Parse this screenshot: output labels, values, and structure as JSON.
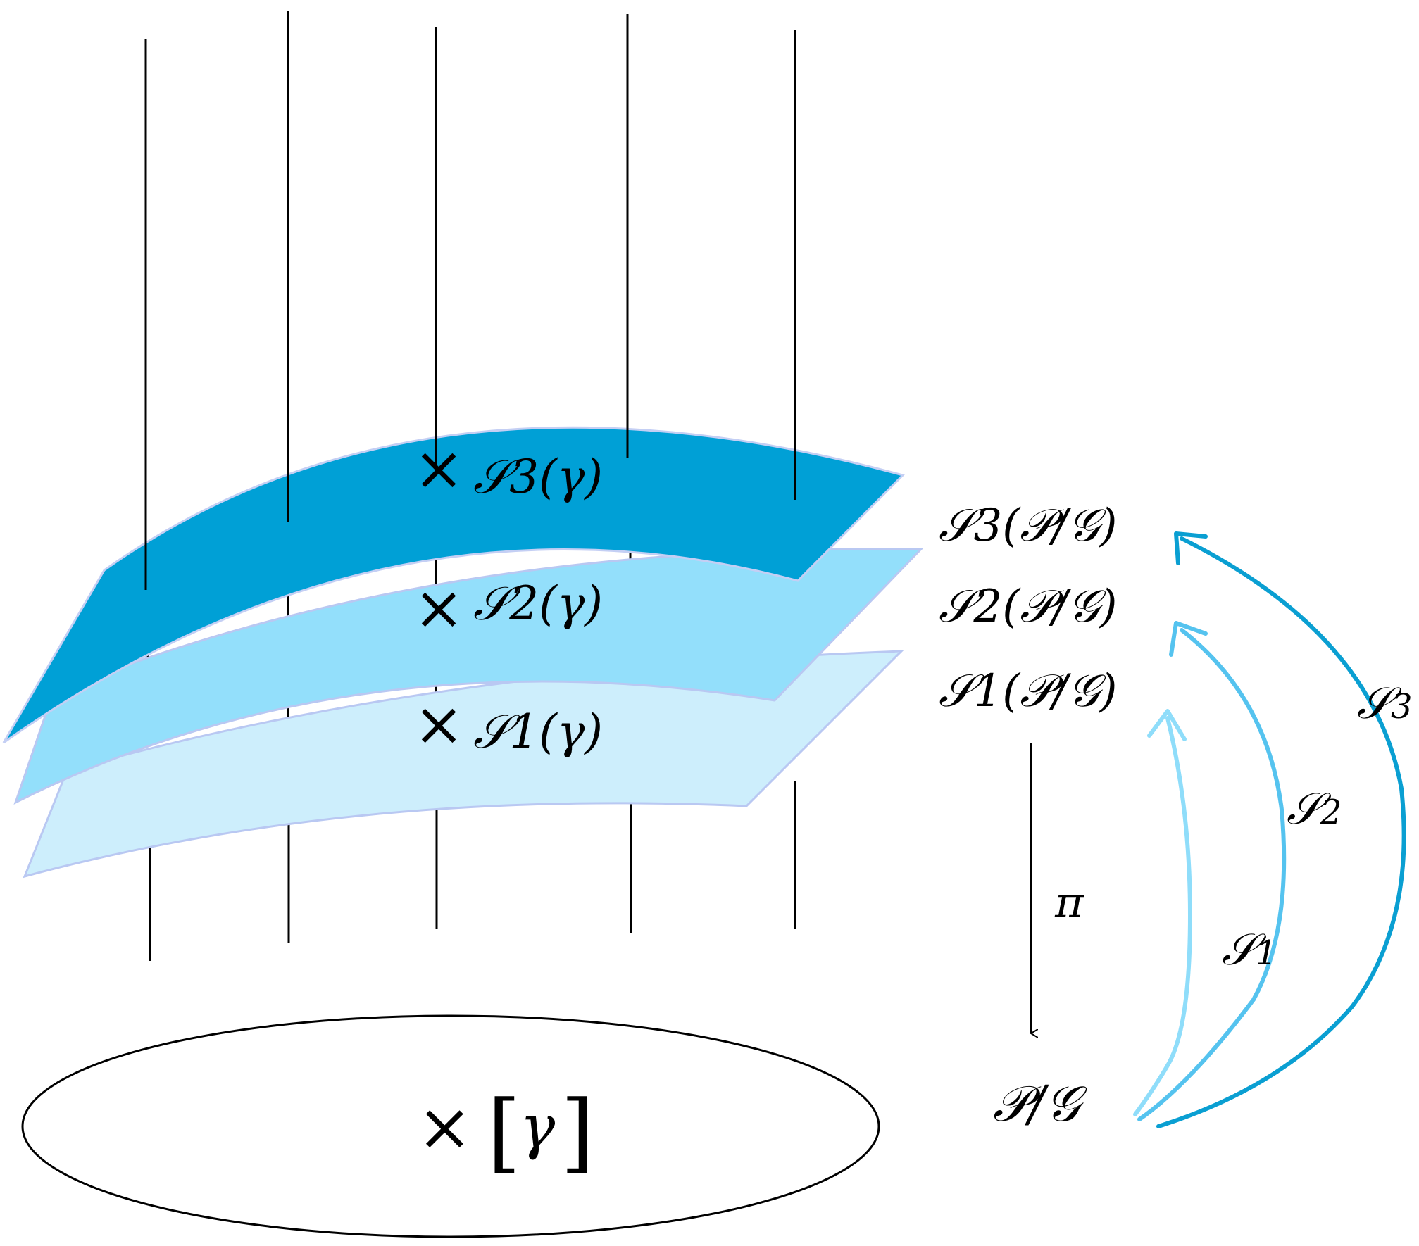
{
  "colors": {
    "section_1": "#cdeefc",
    "section_2": "#93dffb",
    "section_3": "#00a0d6",
    "arrow_1": "#8fddfa",
    "arrow_2": "#55c3ef",
    "arrow_3": "#0a9fd2",
    "outline": "#b9c8f2",
    "ink": "#000000"
  },
  "sheet_labels": {
    "s3": {
      "base": "𝒮",
      "index": "3",
      "arg": "(γ)"
    },
    "s2": {
      "base": "𝒮",
      "index": "2",
      "arg": "(γ)"
    },
    "s1": {
      "base": "𝒮",
      "index": "1",
      "arg": "(γ)"
    }
  },
  "section_labels": {
    "s3": {
      "base": "𝒮",
      "index": "3",
      "arg": "(𝒫/𝒢)"
    },
    "s2": {
      "base": "𝒮",
      "index": "2",
      "arg": "(𝒫/𝒢)"
    },
    "s1": {
      "base": "𝒮",
      "index": "1",
      "arg": "(𝒫/𝒢)"
    }
  },
  "projection_label": "π",
  "base_space_label": "𝒫/𝒢",
  "base_point": {
    "cross": "×",
    "left_bracket": "[",
    "symbol": "γ",
    "right_bracket": "]"
  },
  "arrow_labels": {
    "s1": {
      "base": "𝒮",
      "index": "1"
    },
    "s2": {
      "base": "𝒮",
      "index": "2"
    },
    "s3": {
      "base": "𝒮",
      "index": "3"
    }
  },
  "fiber_cross_marker": "×"
}
